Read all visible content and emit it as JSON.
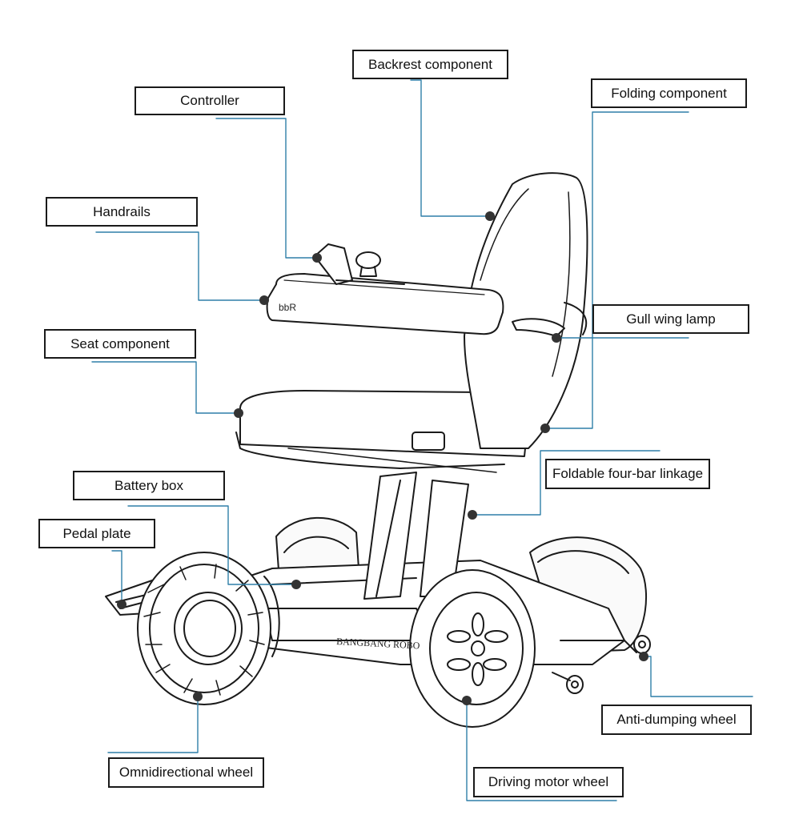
{
  "labels": {
    "backrest": "Backrest component",
    "controller": "Controller",
    "folding": "Folding component",
    "handrails": "Handrails",
    "gull_wing": "Gull wing lamp",
    "seat": "Seat component",
    "four_bar": "Foldable four-bar linkage",
    "battery": "Battery box",
    "pedal": "Pedal plate",
    "anti_dumping": "Anti-dumping wheel",
    "omni": "Omnidirectional wheel",
    "driving": "Driving motor wheel"
  },
  "wheel_badge_text": "BANGBANG ROBO",
  "armrest_logo_text": "bbR",
  "colors": {
    "leader": "#2f7fa8",
    "outline": "#1a1a1a",
    "dot": "#333333"
  }
}
